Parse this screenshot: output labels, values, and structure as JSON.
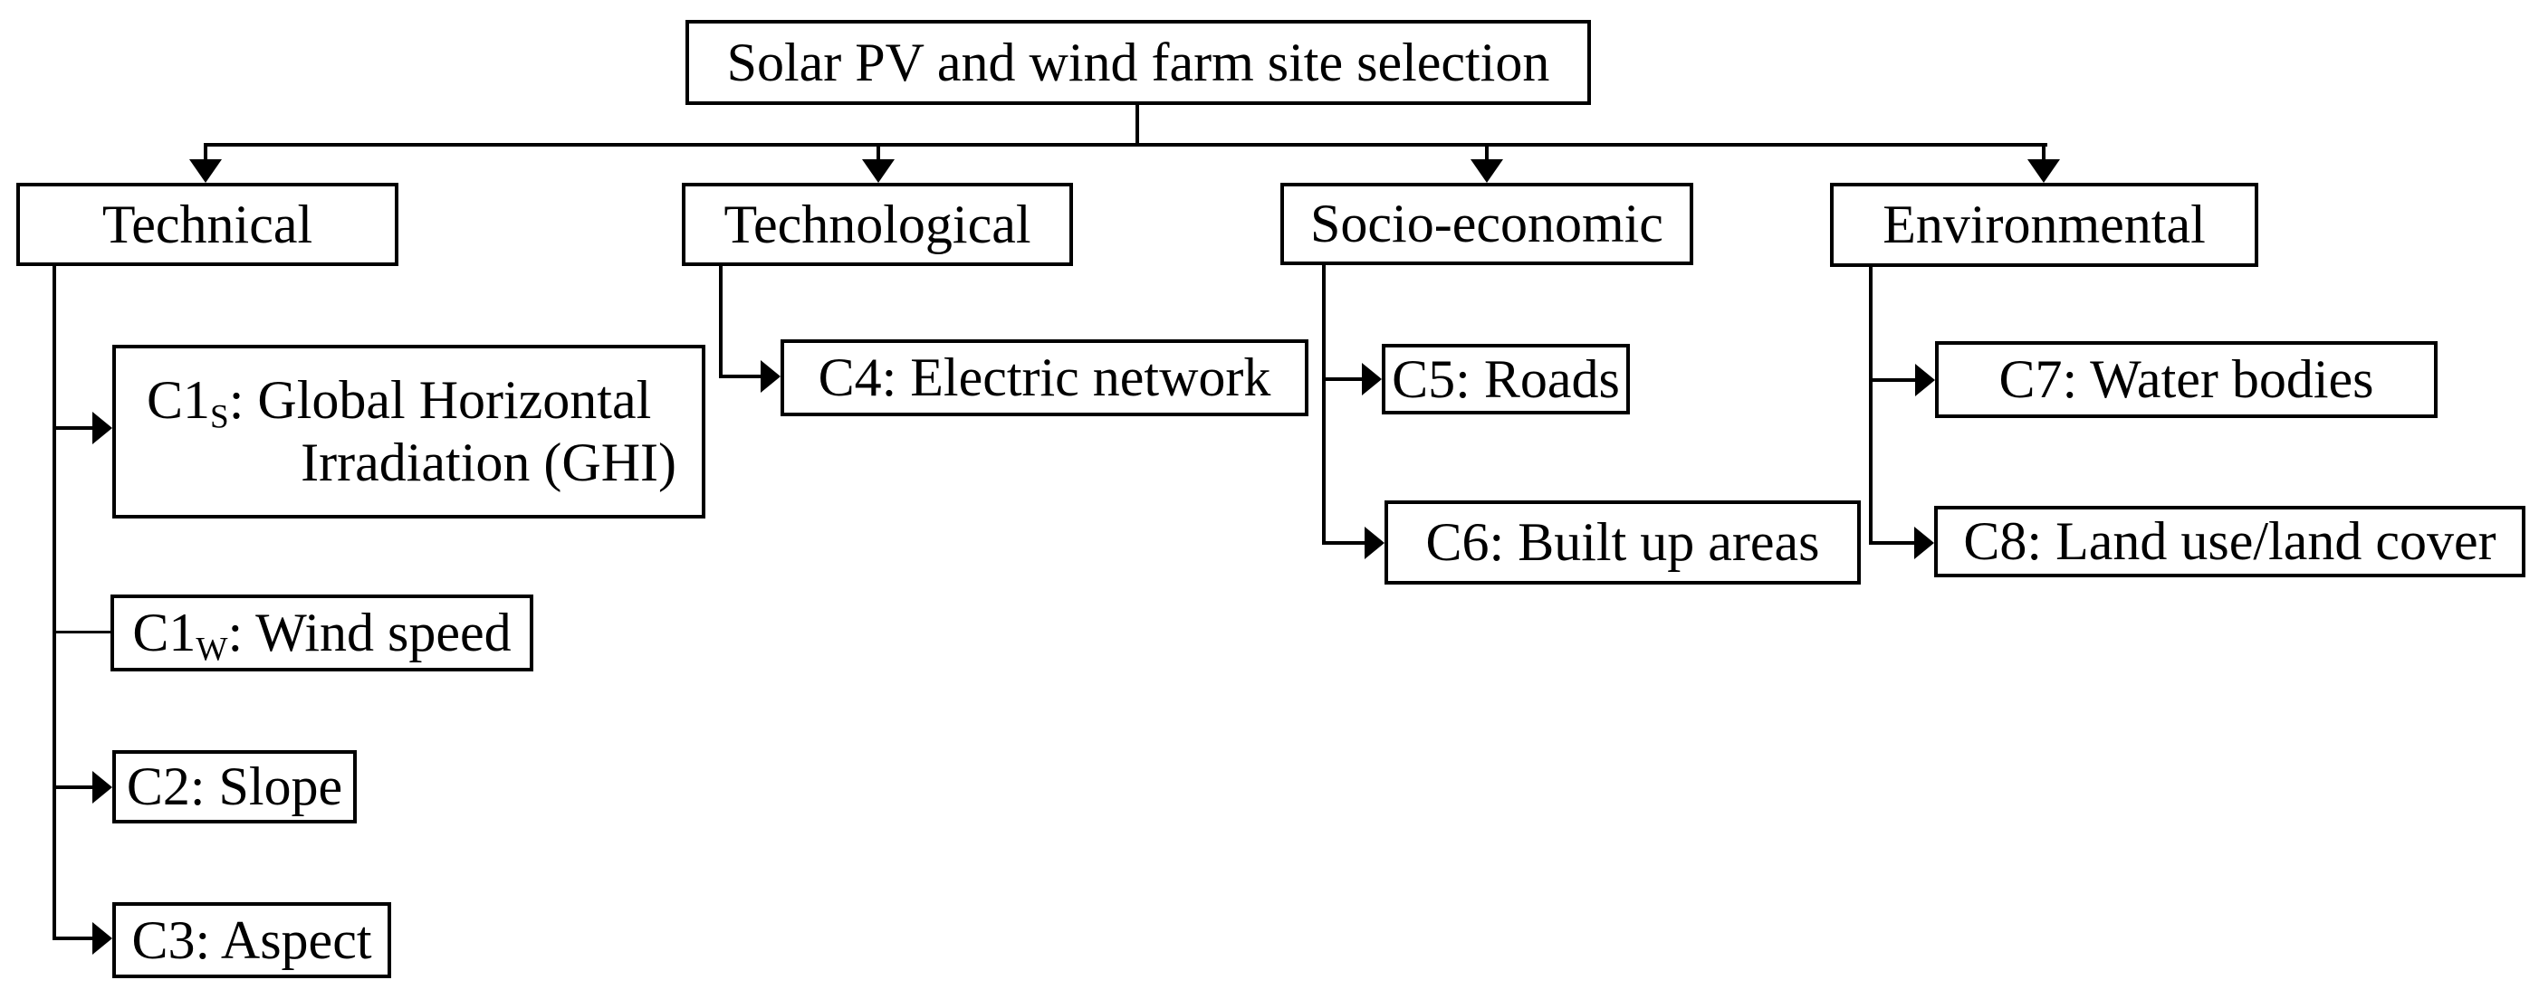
{
  "page": {
    "background_color": "#ffffff",
    "stroke_color": "#000000"
  },
  "diagram": {
    "root": {
      "label": "Solar PV and wind farm site selection"
    },
    "branches": [
      {
        "label": "Technical",
        "children": [
          {
            "prefix": "C1",
            "sub": "S",
            "line1_rest": ": Global Horizontal",
            "line2": "Irradiation (GHI)"
          },
          {
            "prefix": "C1",
            "sub": "W",
            "rest": ": Wind speed"
          },
          {
            "label": "C2: Slope"
          },
          {
            "label": "C3: Aspect"
          }
        ]
      },
      {
        "label": "Technological",
        "children": [
          {
            "label": "C4: Electric network"
          }
        ]
      },
      {
        "label": "Socio-economic",
        "children": [
          {
            "label": "C5: Roads"
          },
          {
            "label": "C6: Built up areas"
          }
        ]
      },
      {
        "label": "Environmental",
        "children": [
          {
            "label": "C7: Water bodies"
          },
          {
            "label": "C8: Land use/land cover"
          }
        ]
      }
    ]
  }
}
